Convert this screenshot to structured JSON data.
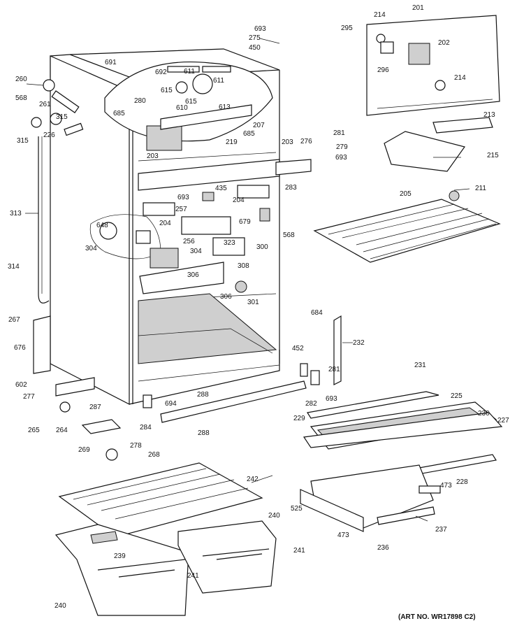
{
  "diagram": {
    "art_number": "(ART NO. WR17898 C2)",
    "callouts": [
      {
        "id": "c693a",
        "text": "693"
      },
      {
        "id": "c275",
        "text": "275"
      },
      {
        "id": "c450",
        "text": "450"
      },
      {
        "id": "c214a",
        "text": "214"
      },
      {
        "id": "c201",
        "text": "201"
      },
      {
        "id": "c295",
        "text": "295"
      },
      {
        "id": "c202",
        "text": "202"
      },
      {
        "id": "c296",
        "text": "296"
      },
      {
        "id": "c214b",
        "text": "214"
      },
      {
        "id": "c691",
        "text": "691"
      },
      {
        "id": "c692",
        "text": "692"
      },
      {
        "id": "c611a",
        "text": "611"
      },
      {
        "id": "c611b",
        "text": "611"
      },
      {
        "id": "c615a",
        "text": "615"
      },
      {
        "id": "c615b",
        "text": "615"
      },
      {
        "id": "c610",
        "text": "610"
      },
      {
        "id": "c613",
        "text": "613"
      },
      {
        "id": "c260",
        "text": "260"
      },
      {
        "id": "c568a",
        "text": "568"
      },
      {
        "id": "c261",
        "text": "261"
      },
      {
        "id": "c315a",
        "text": "315"
      },
      {
        "id": "c315b",
        "text": "315"
      },
      {
        "id": "c226",
        "text": "226"
      },
      {
        "id": "c280",
        "text": "280"
      },
      {
        "id": "c685a",
        "text": "685"
      },
      {
        "id": "c685b",
        "text": "685"
      },
      {
        "id": "c207",
        "text": "207"
      },
      {
        "id": "c213",
        "text": "213"
      },
      {
        "id": "c281a",
        "text": "281"
      },
      {
        "id": "c279",
        "text": "279"
      },
      {
        "id": "c276",
        "text": "276"
      },
      {
        "id": "c693b",
        "text": "693"
      },
      {
        "id": "c215",
        "text": "215"
      },
      {
        "id": "c203a",
        "text": "203"
      },
      {
        "id": "c219",
        "text": "219"
      },
      {
        "id": "c203b",
        "text": "203"
      },
      {
        "id": "c283",
        "text": "283"
      },
      {
        "id": "c205",
        "text": "205"
      },
      {
        "id": "c211",
        "text": "211"
      },
      {
        "id": "c313",
        "text": "313"
      },
      {
        "id": "c693c",
        "text": "693"
      },
      {
        "id": "c435",
        "text": "435"
      },
      {
        "id": "c204a",
        "text": "204"
      },
      {
        "id": "c257",
        "text": "257"
      },
      {
        "id": "c204b",
        "text": "204"
      },
      {
        "id": "c679",
        "text": "679"
      },
      {
        "id": "c568b",
        "text": "568"
      },
      {
        "id": "c648",
        "text": "648"
      },
      {
        "id": "c256",
        "text": "256"
      },
      {
        "id": "c323",
        "text": "323"
      },
      {
        "id": "c304a",
        "text": "304"
      },
      {
        "id": "c304b",
        "text": "304"
      },
      {
        "id": "c300",
        "text": "300"
      },
      {
        "id": "c308",
        "text": "308"
      },
      {
        "id": "c314",
        "text": "314"
      },
      {
        "id": "c306a",
        "text": "306"
      },
      {
        "id": "c306b",
        "text": "306"
      },
      {
        "id": "c301",
        "text": "301"
      },
      {
        "id": "c684",
        "text": "684"
      },
      {
        "id": "c232",
        "text": "232"
      },
      {
        "id": "c267",
        "text": "267"
      },
      {
        "id": "c452",
        "text": "452"
      },
      {
        "id": "c676",
        "text": "676"
      },
      {
        "id": "c281b",
        "text": "281"
      },
      {
        "id": "c231",
        "text": "231"
      },
      {
        "id": "c602",
        "text": "602"
      },
      {
        "id": "c277",
        "text": "277"
      },
      {
        "id": "c282",
        "text": "282"
      },
      {
        "id": "c693d",
        "text": "693"
      },
      {
        "id": "c225",
        "text": "225"
      },
      {
        "id": "c694",
        "text": "694"
      },
      {
        "id": "c288a",
        "text": "288"
      },
      {
        "id": "c230",
        "text": "230"
      },
      {
        "id": "c287",
        "text": "287"
      },
      {
        "id": "c229",
        "text": "229"
      },
      {
        "id": "c227",
        "text": "227"
      },
      {
        "id": "c265",
        "text": "265"
      },
      {
        "id": "c264",
        "text": "264"
      },
      {
        "id": "c284",
        "text": "284"
      },
      {
        "id": "c288b",
        "text": "288"
      },
      {
        "id": "c269",
        "text": "269"
      },
      {
        "id": "c278",
        "text": "278"
      },
      {
        "id": "c268",
        "text": "268"
      },
      {
        "id": "c228",
        "text": "228"
      },
      {
        "id": "c242",
        "text": "242"
      },
      {
        "id": "c473a",
        "text": "473"
      },
      {
        "id": "c525",
        "text": "525"
      },
      {
        "id": "c240a",
        "text": "240"
      },
      {
        "id": "c241a",
        "text": "241"
      },
      {
        "id": "c237",
        "text": "237"
      },
      {
        "id": "c473b",
        "text": "473"
      },
      {
        "id": "c236",
        "text": "236"
      },
      {
        "id": "c239",
        "text": "239"
      },
      {
        "id": "c241b",
        "text": "241"
      },
      {
        "id": "c240b",
        "text": "240"
      }
    ]
  }
}
